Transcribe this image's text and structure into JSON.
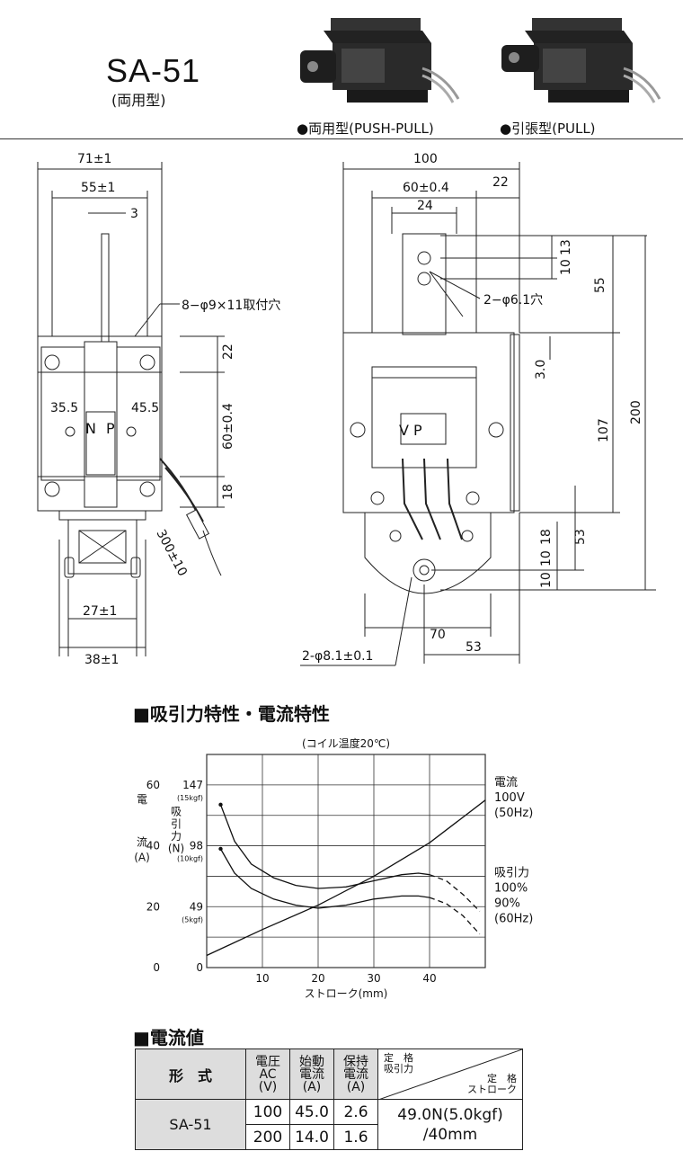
{
  "header": {
    "model": "SA-51",
    "model_type": "(両用型)",
    "photo_caption_1": "●両用型(PUSH-PULL)",
    "photo_caption_2": "●引張型(PULL)"
  },
  "drawing_left": {
    "dims": [
      "71±1",
      "55±1",
      "3",
      "8−φ9×11取付穴",
      "22",
      "60±0.4",
      "18",
      "35.5",
      "45.5",
      "300±10",
      "27±1",
      "38±1"
    ],
    "body_label_n": "N",
    "body_label_p": "P"
  },
  "drawing_right": {
    "dims": [
      "100",
      "60±0.4",
      "22",
      "24",
      "13",
      "10",
      "55",
      "2−φ6.1穴",
      "3.0",
      "107",
      "200",
      "18",
      "10",
      "10",
      "53",
      "70",
      "53",
      "2-φ8.1±0.1"
    ],
    "label_box": "V P"
  },
  "chart_section_title": "■吸引力特性・電流特性",
  "chart_data": {
    "type": "line",
    "title": "(コイル温度20℃)",
    "xlabel": "ストローク(mm)",
    "x_ticks": [
      10,
      20,
      30,
      40
    ],
    "xlim": [
      0,
      50
    ],
    "ylabel_left_current": [
      "電",
      "流",
      "(A)"
    ],
    "y_ticks_current": [
      0,
      20,
      40,
      60
    ],
    "ylim_current": [
      0,
      70
    ],
    "ylabel_force": [
      "吸",
      "引",
      "力",
      "(N)"
    ],
    "y_ticks_force": [
      {
        "n": "0",
        "kgf": ""
      },
      {
        "n": "49",
        "kgf": "(5kgf)"
      },
      {
        "n": "98",
        "kgf": "(10kgf)"
      },
      {
        "n": "147",
        "kgf": "(15kgf)"
      }
    ],
    "right_label_current": [
      "電流",
      "100V",
      "(50Hz)"
    ],
    "right_label_force": [
      "吸引力",
      "100%",
      "90%",
      "(60Hz)"
    ],
    "series": [
      {
        "name": "電流",
        "style": "solid",
        "x": [
          0,
          10,
          20,
          30,
          40,
          50
        ],
        "y": [
          4,
          12.5,
          20.5,
          30,
          41,
          55
        ]
      },
      {
        "name": "100%",
        "style": "solid",
        "x": [
          2.5,
          5,
          8,
          12,
          16,
          20,
          25,
          30,
          35,
          38,
          40
        ],
        "y": [
          53.5,
          41.5,
          34,
          29.5,
          27,
          26,
          26.5,
          28.5,
          30.5,
          31,
          30.5
        ]
      },
      {
        "name": "100%",
        "style": "dashed",
        "x": [
          40,
          43,
          46,
          49
        ],
        "y": [
          30.5,
          28.5,
          24,
          18.5
        ]
      },
      {
        "name": "90%",
        "style": "solid",
        "x": [
          2.5,
          5,
          8,
          12,
          16,
          20,
          25,
          30,
          35,
          38,
          40
        ],
        "y": [
          39,
          31,
          26,
          22.5,
          20.5,
          19.5,
          20.5,
          22.5,
          23.5,
          23.5,
          23
        ]
      },
      {
        "name": "90%",
        "style": "dashed",
        "x": [
          40,
          43,
          46,
          49
        ],
        "y": [
          23,
          21,
          17,
          11
        ]
      }
    ],
    "grid": true
  },
  "current_section_title": "■電流値",
  "table": {
    "headers": {
      "model": "形　式",
      "voltage": [
        "電圧",
        "AC",
        "(V)"
      ],
      "start": [
        "始動",
        "電流",
        "(A)"
      ],
      "hold": [
        "保持",
        "電流",
        "(A)"
      ],
      "rated_force": [
        "定　格",
        "吸引力"
      ],
      "rated_stroke": [
        "定　格",
        "ストローク"
      ]
    },
    "model": "SA-51",
    "rows": [
      {
        "voltage": "100",
        "start": "45.0",
        "hold": "2.6"
      },
      {
        "voltage": "200",
        "start": "14.0",
        "hold": "1.6"
      }
    ],
    "rated_value": [
      "49.0N(5.0kgf)",
      "/40mm"
    ]
  }
}
